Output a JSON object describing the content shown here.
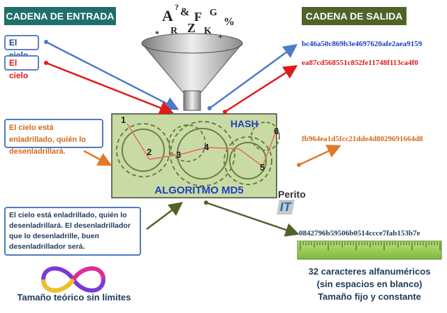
{
  "headers": {
    "input": "CADENA DE ENTRADA",
    "output": "CADENA DE SALIDA"
  },
  "inputs": [
    "El cielo",
    "El  cielo",
    "El cielo está enladrillado, quién lo desenladrillará.",
    "El cielo está enladrillado, quién lo desenladrillará. El desenladrillador que lo desenladrille, buen desenladrillador será."
  ],
  "hashes": [
    "bc46a50c869b3e4697620afe2aea9159",
    "ea87cd568551c852fe11748f113ca4f0",
    "fb964ea1d5fcc21dde4d8029691664d8",
    "0842796b59506b0514ccce7fab153b7e"
  ],
  "algorithm": {
    "hash_label": "HASH",
    "name": "ALGORITMO MD5",
    "gear_numbers": [
      "1",
      "2",
      "3",
      "4",
      "5",
      "6"
    ]
  },
  "captions": {
    "right": [
      "32 caracteres alfanuméricos",
      "(sin espacios en blanco)",
      "Tamaño fijo y constante"
    ],
    "left": "Tamaño teórico sin límites"
  },
  "watermark": {
    "brand": "Perito",
    "brand_accent": "IT"
  },
  "colors": {
    "input_header": "#1f6f6a",
    "output_header": "#4f6228",
    "blue": "#4e7bc5",
    "red": "#e01a1a",
    "orange": "#e07a2a",
    "olive": "#4f6228",
    "box_green": "#c9dba4"
  }
}
